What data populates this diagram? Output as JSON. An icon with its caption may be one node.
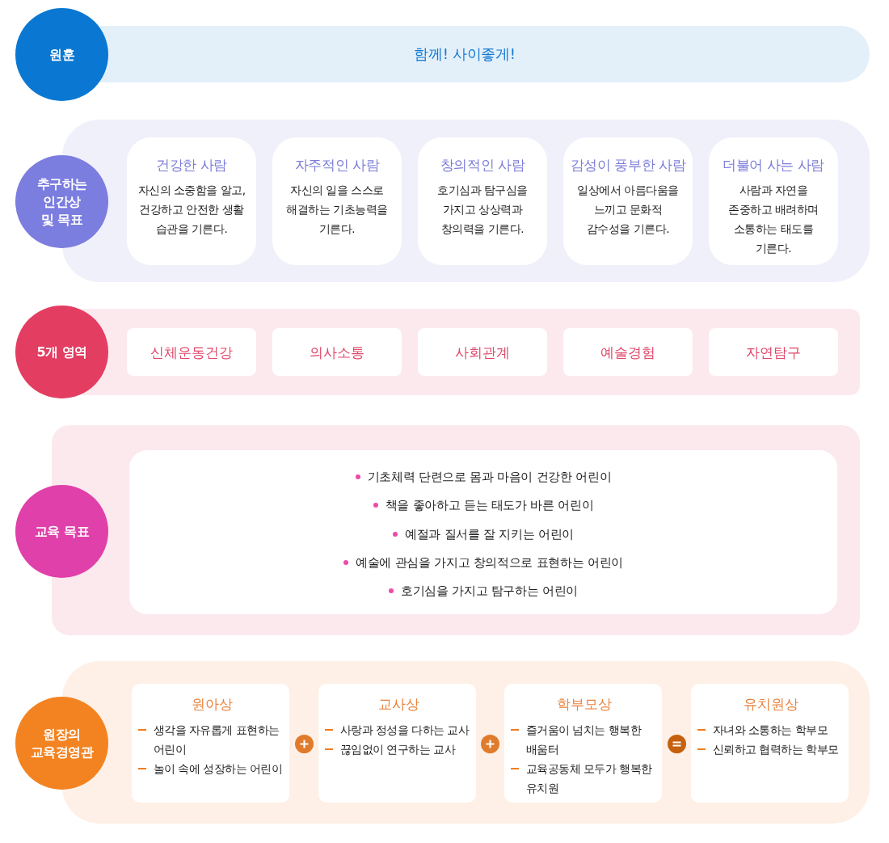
{
  "diagram": {
    "nodes": [
      {
        "text": [
          "원훈"
        ]
      },
      {
        "text": [
          "함께! 사이좋게!"
        ]
      },
      {
        "text": [
          "추구하는 인간상 및 목표"
        ]
      },
      {
        "text": [],
        "shape": "box"
      },
      {
        "text": [
          "건강한 사람",
          "자신의 소중함을 알고, 건강하고 안전한 생활 습관을 기른다."
        ],
        "in": 3
      },
      {
        "text": [
          "자주적인 사람",
          "자신의 일을 스스로 해결하는 기초능력을 기른다."
        ],
        "in": 3
      },
      {
        "text": [
          "창의적인 사람",
          "호기심과 탐구심을 가지고 상상력과 창의력을 기른다."
        ],
        "in": 3
      },
      {
        "text": [
          "감성이 풍부한 사람",
          "일상에서 아름다움을 느끼고 문화적 감수성을 기른다."
        ],
        "in": 3
      },
      {
        "text": [
          "더불어 사는 사람",
          "사람과 자연을 존중하고 배려하며 소통하는 태도를 기른다."
        ],
        "in": 3
      },
      {
        "text": [
          "5개 영역"
        ]
      },
      {
        "text": [],
        "shape": "box"
      },
      {
        "text": [
          "신체운동건강"
        ],
        "in": 10
      },
      {
        "text": [
          "의사소통"
        ],
        "in": 10
      },
      {
        "text": [
          "사회관계"
        ],
        "in": 10
      },
      {
        "text": [
          "예술경험"
        ],
        "in": 10
      },
      {
        "text": [
          "자연탐구"
        ],
        "in": 10
      },
      {
        "text": [
          "교육 목표"
        ]
      },
      {
        "text": [],
        "shape": "box"
      },
      {
        "text": [
          "기초체력 단련으로 몸과 마음이 건강한 어린이",
          "책을 좋아하고 듣는 태도가 바른 어린이",
          "예절과 질서를 잘 지키는 어린이",
          "예술에 관심을 가지고 창의적으로 표현하는 어린이",
          "호기심을 가지고 탐구하는 어린이"
        ],
        "in": 17
      },
      {
        "text": [
          "원장의 교육경영관"
        ]
      },
      {
        "text": [],
        "shape": "box"
      },
      {
        "text": [
          "원아상",
          "생각을 자유롭게 표현하는 어린이",
          "놀이 속에 성장하는 어린이"
        ],
        "in": 20
      },
      {
        "text": [
          "교사상",
          "사랑과 정성을 다하는 교사",
          "끊임없이 연구하는 교사"
        ],
        "in": 20
      },
      {
        "text": [
          "학부모상",
          "즐거움이 넘치는 행복한 배움터",
          "교육공동체 모두가 행복한 유치원"
        ],
        "in": 20
      },
      {
        "text": [
          "유치원상",
          "자녀와 소통하는 학부모",
          "신뢰하고 협력하는 학부모"
        ],
        "in": 20
      }
    ]
  }
}
